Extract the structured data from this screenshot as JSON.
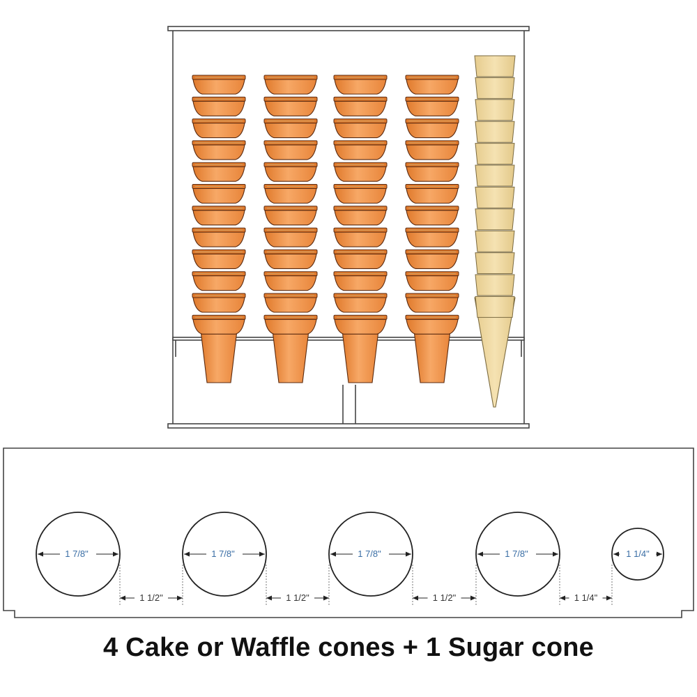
{
  "colors": {
    "cake_cone": "#f5a15e",
    "cake_cone_dark": "#e17a2c",
    "cake_cone_outline": "#5a2a10",
    "sugar_cone": "#f0d9a0",
    "sugar_cone_outline": "#7a6a40",
    "dimension_text": "#3a6ea5",
    "frame": "#444444"
  },
  "diagram": {
    "stack_columns": 4,
    "cake_cones_per_stack": 12,
    "sugar_cones_in_stack": 12,
    "holes": [
      {
        "label": "1 7/8\""
      },
      {
        "label": "1 7/8\""
      },
      {
        "label": "1 7/8\""
      },
      {
        "label": "1 7/8\""
      },
      {
        "label": "1 1/4\""
      }
    ],
    "spacings": [
      {
        "label": "1 1/2\""
      },
      {
        "label": "1 1/2\""
      },
      {
        "label": "1 1/2\""
      },
      {
        "label": "1 1/4\""
      }
    ]
  },
  "caption": "4 Cake or Waffle cones + 1 Sugar cone"
}
